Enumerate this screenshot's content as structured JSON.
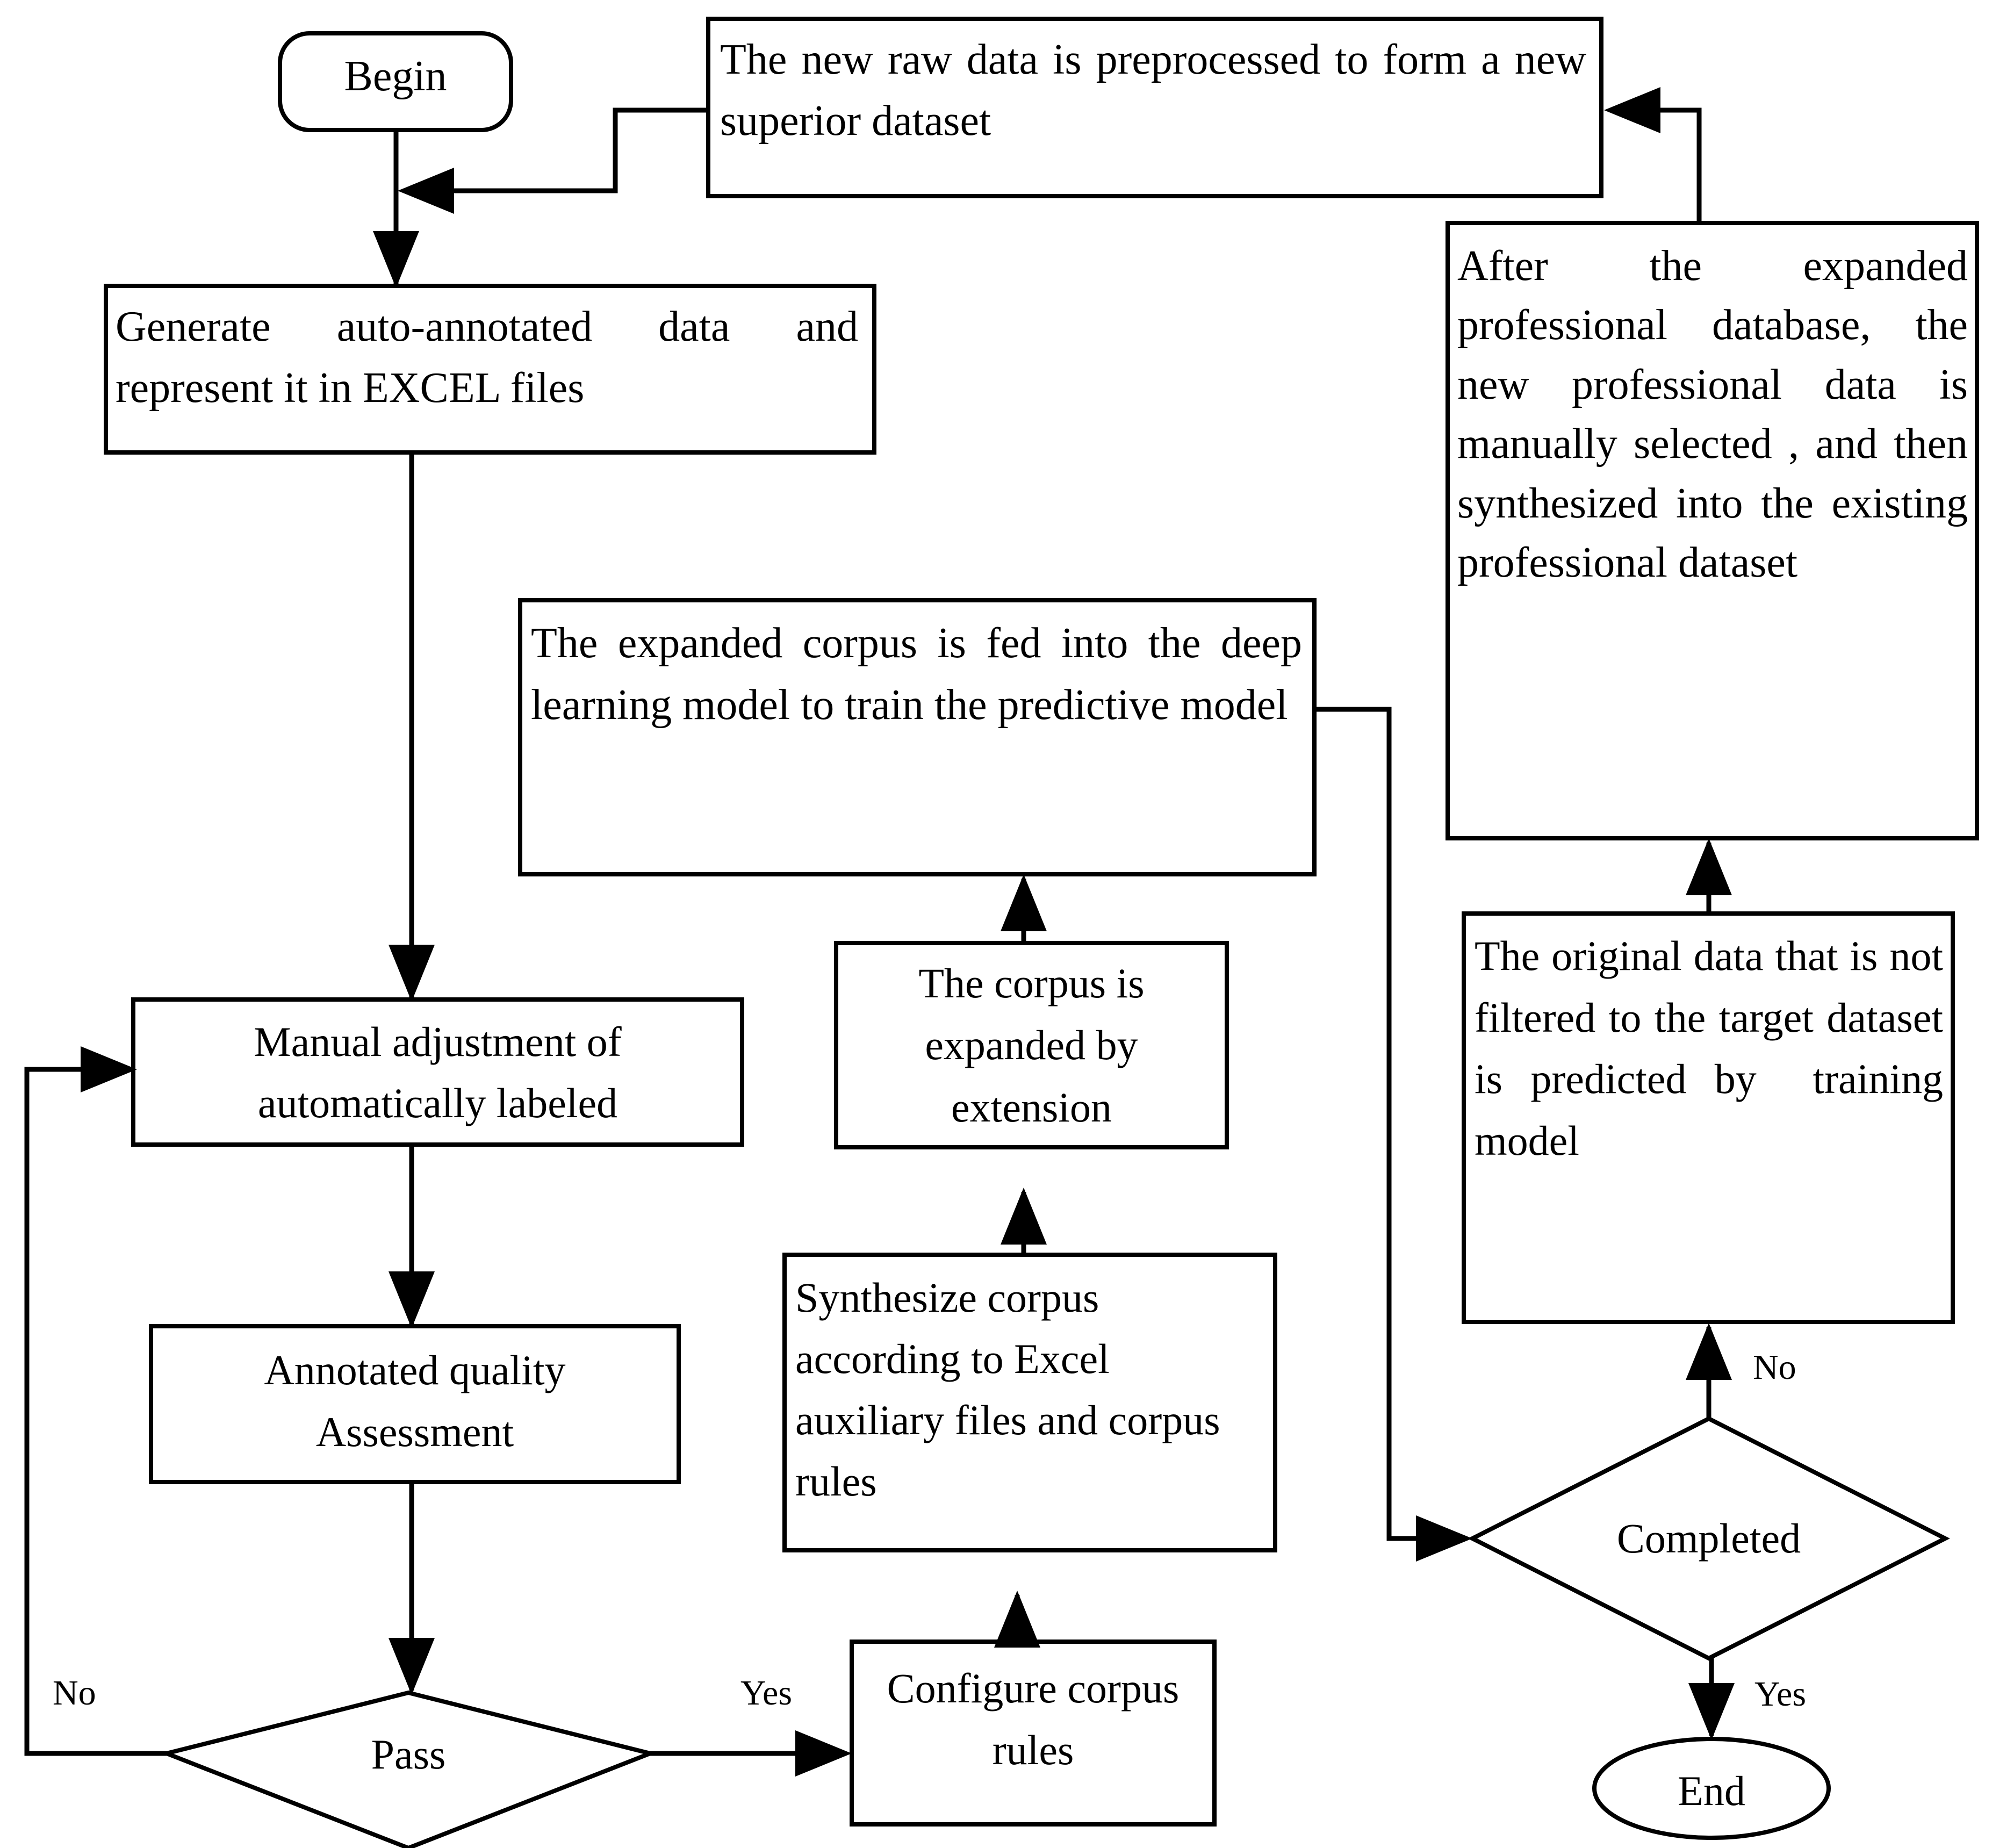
{
  "diagram": {
    "title": "Data annotation and corpus expansion workflow flowchart",
    "colors": {
      "stroke": "#000000",
      "fill": "#ffffff",
      "text": "#000000"
    },
    "nodes": {
      "begin": {
        "label": "Begin",
        "shape": "rounded-terminator"
      },
      "preprocess": {
        "label": "The new raw data is preprocessed to form a new superior dataset",
        "shape": "process"
      },
      "generate": {
        "label": "Generate auto-annotated data and represent it in EXCEL files",
        "shape": "process"
      },
      "after_expanded": {
        "label": "After the expanded professional database, the new professional data is manually selected , and then synthesized into the existing professional dataset",
        "shape": "process"
      },
      "fed_model": {
        "label": "The expanded corpus is fed into the deep learning model to train the predictive model",
        "shape": "process"
      },
      "manual_adjust": {
        "label": "Manual adjustment of automatically labeled",
        "shape": "process"
      },
      "corpus_extension": {
        "label": "The corpus is expanded by extension",
        "shape": "process"
      },
      "original_data": {
        "label": "The original data that is not filtered to the target dataset is predicted by  training model",
        "shape": "process"
      },
      "quality_assessment": {
        "label": "Annotated quality Assessment",
        "shape": "process"
      },
      "synthesize": {
        "label": "Synthesize corpus according to Excel auxiliary files and corpus rules",
        "shape": "process"
      },
      "completed": {
        "label": "Completed",
        "shape": "decision"
      },
      "pass": {
        "label": "Pass",
        "shape": "decision"
      },
      "configure": {
        "label": "Configure corpus rules",
        "shape": "process"
      },
      "end": {
        "label": "End",
        "shape": "terminator-ellipse"
      }
    },
    "edge_labels": {
      "pass_no": "No",
      "pass_yes": "Yes",
      "completed_no": "No",
      "completed_yes": "Yes"
    }
  }
}
